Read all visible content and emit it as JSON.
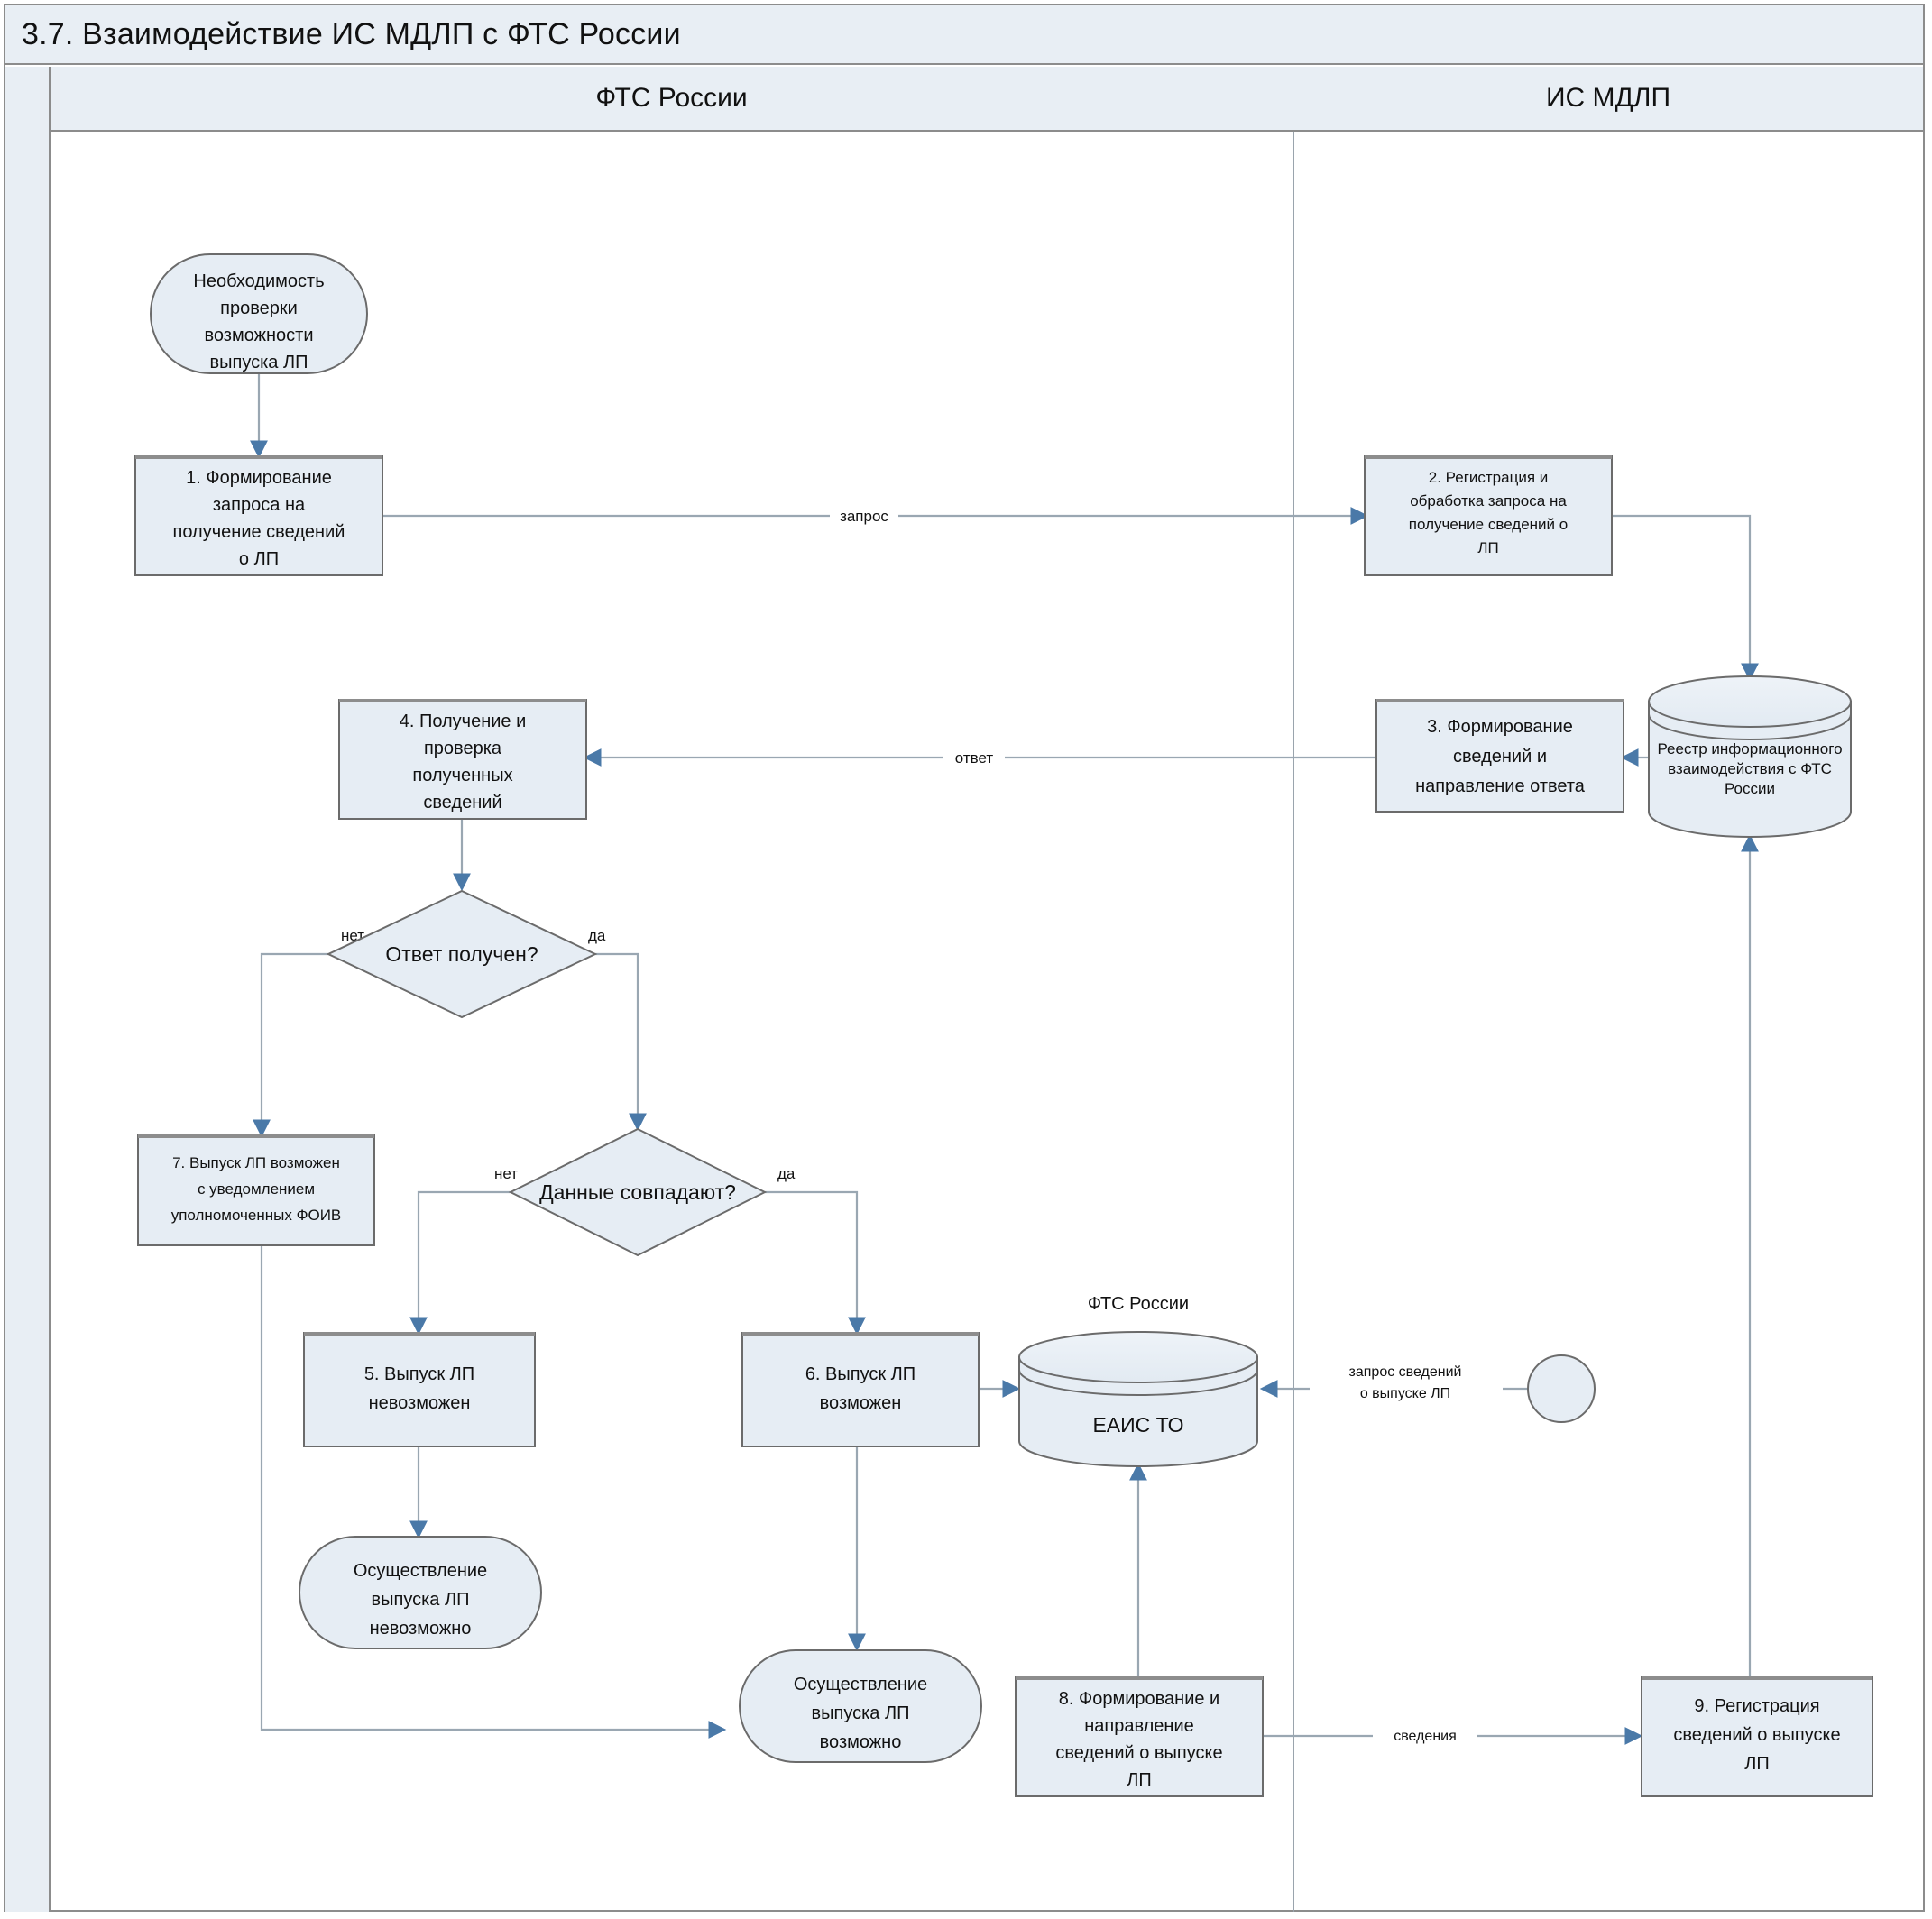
{
  "header": {
    "title": "3.7. Взаимодействие ИС МДЛП с ФТС России"
  },
  "lanes": [
    {
      "id": "fts",
      "label": "ФТС России"
    },
    {
      "id": "mdlp",
      "label": "ИС МДЛП"
    }
  ],
  "colors": {
    "node_fill": "#e6edf4",
    "node_stroke": "#6b6b6b",
    "edge": "#9aa7b2",
    "arrow": "#4a79a8",
    "lane_header_fill": "#e8eef4",
    "frame": "#8c8c8c"
  },
  "chart_data": {
    "type": "diagram",
    "title": "3.7. Взаимодействие ИС МДЛП с ФТС России",
    "nodes": [
      {
        "id": "start",
        "shape": "terminator",
        "lane": "fts",
        "lines": [
          "Необходимость",
          "проверки",
          "возможности",
          "выпуска ЛП"
        ]
      },
      {
        "id": "p1",
        "shape": "process",
        "lane": "fts",
        "lines": [
          "1. Формирование",
          "запроса на",
          "получение сведений",
          "о ЛП"
        ]
      },
      {
        "id": "p2",
        "shape": "process",
        "lane": "mdlp",
        "lines": [
          "2. Регистрация и",
          "обработка запроса на",
          "получение сведений о",
          "ЛП"
        ]
      },
      {
        "id": "db1",
        "shape": "database",
        "lane": "mdlp",
        "lines": [
          "Реестр информационного",
          "взаимодействия с ФТС",
          "России"
        ]
      },
      {
        "id": "p3",
        "shape": "process",
        "lane": "mdlp",
        "lines": [
          "3. Формирование",
          "сведений и",
          "направление ответа"
        ]
      },
      {
        "id": "p4",
        "shape": "process",
        "lane": "fts",
        "lines": [
          "4. Получение и",
          "проверка",
          "полученных",
          "сведений"
        ]
      },
      {
        "id": "d1",
        "shape": "decision",
        "lane": "fts",
        "lines": [
          "Ответ получен?"
        ]
      },
      {
        "id": "p7",
        "shape": "process",
        "lane": "fts",
        "lines": [
          "7. Выпуск ЛП возможен",
          "с уведомлением",
          "уполномоченных ФОИВ"
        ]
      },
      {
        "id": "d2",
        "shape": "decision",
        "lane": "fts",
        "lines": [
          "Данные совпадают?"
        ]
      },
      {
        "id": "p5",
        "shape": "process",
        "lane": "fts",
        "lines": [
          "5. Выпуск ЛП",
          "невозможен"
        ]
      },
      {
        "id": "p6",
        "shape": "process",
        "lane": "fts",
        "lines": [
          "6. Выпуск ЛП",
          "возможен"
        ]
      },
      {
        "id": "db2",
        "shape": "database",
        "lane": "fts",
        "caption": "ФТС России",
        "lines": [
          "ЕАИС ТО"
        ]
      },
      {
        "id": "ext",
        "shape": "circle",
        "lane": "fts",
        "lines": []
      },
      {
        "id": "end1",
        "shape": "terminator",
        "lane": "fts",
        "lines": [
          "Осуществление",
          "выпуска ЛП",
          "невозможно"
        ]
      },
      {
        "id": "end2",
        "shape": "terminator",
        "lane": "fts",
        "lines": [
          "Осуществление",
          "выпуска ЛП",
          "возможно"
        ]
      },
      {
        "id": "p8",
        "shape": "process",
        "lane": "fts",
        "lines": [
          "8. Формирование и",
          "направление",
          "сведений о выпуске",
          "ЛП"
        ]
      },
      {
        "id": "p9",
        "shape": "process",
        "lane": "mdlp",
        "lines": [
          "9. Регистрация",
          "сведений о выпуске",
          "ЛП"
        ]
      }
    ],
    "edges": [
      {
        "from": "start",
        "to": "p1",
        "label": ""
      },
      {
        "from": "p1",
        "to": "p2",
        "label": "запрос"
      },
      {
        "from": "p2",
        "to": "db1",
        "label": ""
      },
      {
        "from": "db1",
        "to": "p3",
        "label": ""
      },
      {
        "from": "p3",
        "to": "p4",
        "label": "ответ"
      },
      {
        "from": "p4",
        "to": "d1",
        "label": ""
      },
      {
        "from": "d1",
        "to": "p7",
        "label": "нет"
      },
      {
        "from": "d1",
        "to": "d2",
        "label": "да"
      },
      {
        "from": "d2",
        "to": "p5",
        "label": "нет"
      },
      {
        "from": "d2",
        "to": "p6",
        "label": "да"
      },
      {
        "from": "p5",
        "to": "end1",
        "label": ""
      },
      {
        "from": "p6",
        "to": "db2",
        "label": ""
      },
      {
        "from": "p6",
        "to": "end2",
        "label": ""
      },
      {
        "from": "p7",
        "to": "end2",
        "label": ""
      },
      {
        "from": "ext",
        "to": "db2",
        "label": "запрос сведений о выпуске ЛП"
      },
      {
        "from": "p8",
        "to": "db2",
        "label": ""
      },
      {
        "from": "p8",
        "to": "p9",
        "label": "сведения"
      },
      {
        "from": "p9",
        "to": "db1",
        "label": ""
      }
    ],
    "edge_labels": {
      "request": "запрос",
      "response": "ответ",
      "no": "нет",
      "yes": "да",
      "request_release_1": "запрос сведений",
      "request_release_2": "о выпуске ЛП",
      "info": "сведения"
    }
  }
}
